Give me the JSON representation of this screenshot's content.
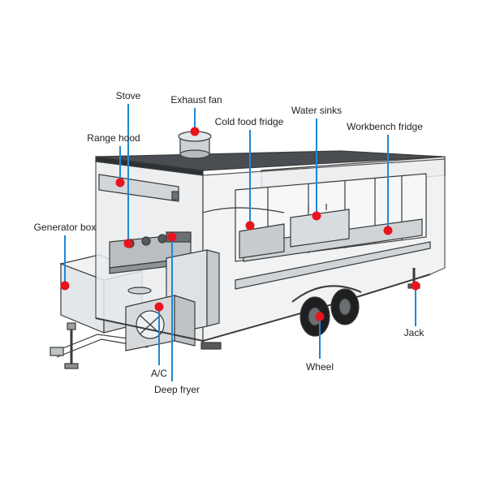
{
  "labels": {
    "stove": "Stove",
    "exhaust_fan": "Exhaust fan",
    "range_hood": "Range hood",
    "cold_food_fridge": "Cold food fridge",
    "water_sinks": "Water sinks",
    "workbench_fridge": "Workbench fridge",
    "generator_box": "Generator box",
    "ac": "A/C",
    "deep_fryer": "Deep fryer",
    "wheel": "Wheel",
    "jack": "Jack"
  },
  "colors": {
    "leader_line": "#1e88d6",
    "marker": "#e8141e",
    "outline": "#3a3a3a",
    "glass": "#d9dde0"
  }
}
